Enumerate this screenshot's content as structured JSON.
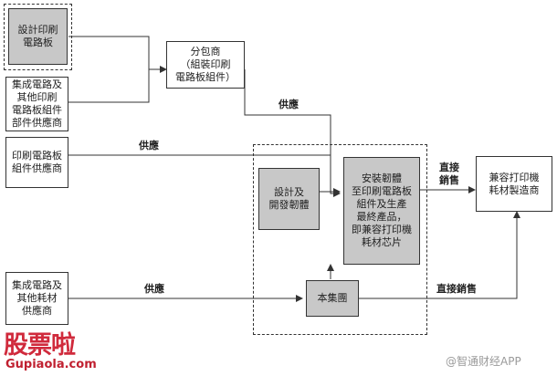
{
  "nodes": {
    "design_pcb": "設計印刷\n電路板",
    "ic_suppliers": "集成電路及\n其他印刷\n電路板組件\n部件供應商",
    "pcb_suppliers": "印刷電路板\n組件供應商",
    "ic_consumable_suppliers": "集成電路及\n其他耗材\n供應商",
    "subcontractor": "分包商\n（組裝印刷\n電路板組件）",
    "design_dev": "設計及\n開發韌體",
    "install_firmware": "安裝韌體\n至印刷電路板\n組件及生產\n最終產品，\n即兼容打印機\n耗材芯片",
    "the_group": "本集團",
    "manufacturers": "兼容打印機\n耗材製造商"
  },
  "edge_labels": {
    "supply_top": "供應",
    "supply_mid": "供應",
    "supply_bottom": "供應",
    "direct_sales_top": "直接\n銷售",
    "direct_sales_bottom": "直接銷售"
  },
  "watermark": {
    "logo_cn": "股票啦",
    "logo_en": "Gupiaola.com",
    "right_text": "@智通财经APP"
  },
  "colors": {
    "grey_fill": "#c8c8c8",
    "line": "#333333",
    "logo_red": "#d02a3c"
  }
}
